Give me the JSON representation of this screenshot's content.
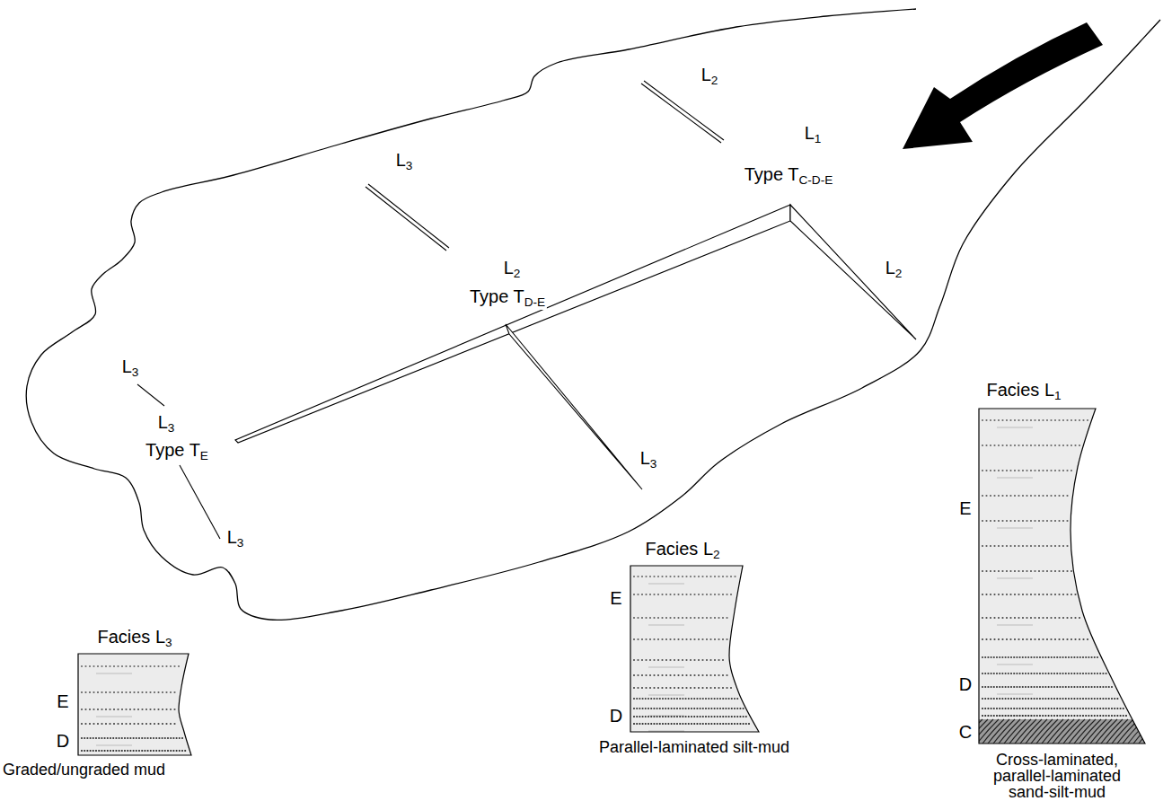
{
  "diagram": {
    "nodes": [
      {
        "text": [
          "Facies L3",
          "E",
          "D",
          "Graded/ungraded mud"
        ]
      },
      {
        "text": [
          "Facies L2",
          "E",
          "D",
          "Parallel-laminated silt-mud"
        ]
      },
      {
        "text": [
          "Facies L1",
          "E",
          "D",
          "C",
          "Cross-laminated, parallel-laminated sand-silt-mud"
        ]
      }
    ],
    "labels": [
      "L2",
      "L1",
      "Type TC-D-E",
      "L3",
      "L2",
      "Type TD-E",
      "L2",
      "L3",
      "L3",
      "Type TE",
      "L3",
      "L3"
    ]
  }
}
